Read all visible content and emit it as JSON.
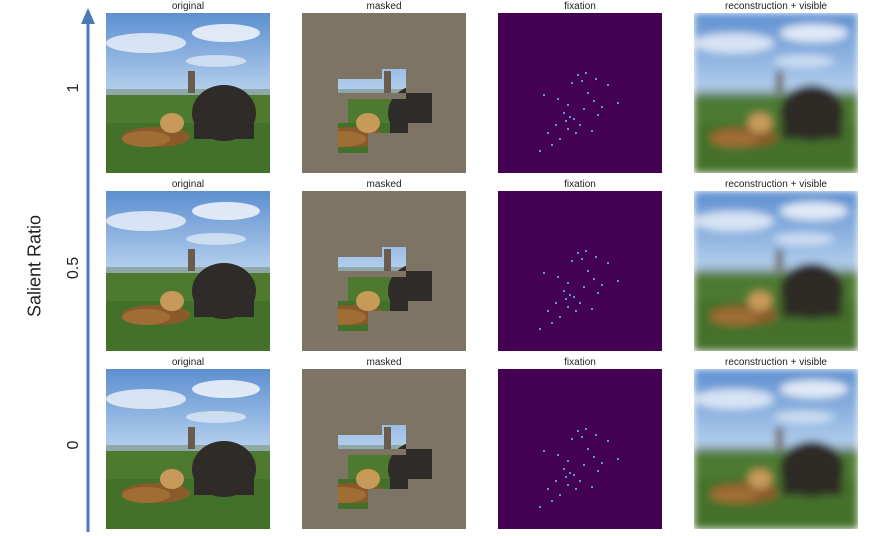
{
  "y_axis": {
    "label": "Salient Ratio",
    "ticks": [
      "1",
      "0.5",
      "0"
    ]
  },
  "columns": [
    "original",
    "masked",
    "fixation",
    "reconstruction + visible"
  ],
  "rows": [
    {
      "ratio": "1"
    },
    {
      "ratio": "0.5"
    },
    {
      "ratio": "0"
    }
  ],
  "colors": {
    "axis": "#4a7ab5",
    "mask_gray": "#7d7466",
    "fixation_bg": "#440154",
    "fixation_dot": "#5fa8e8"
  }
}
